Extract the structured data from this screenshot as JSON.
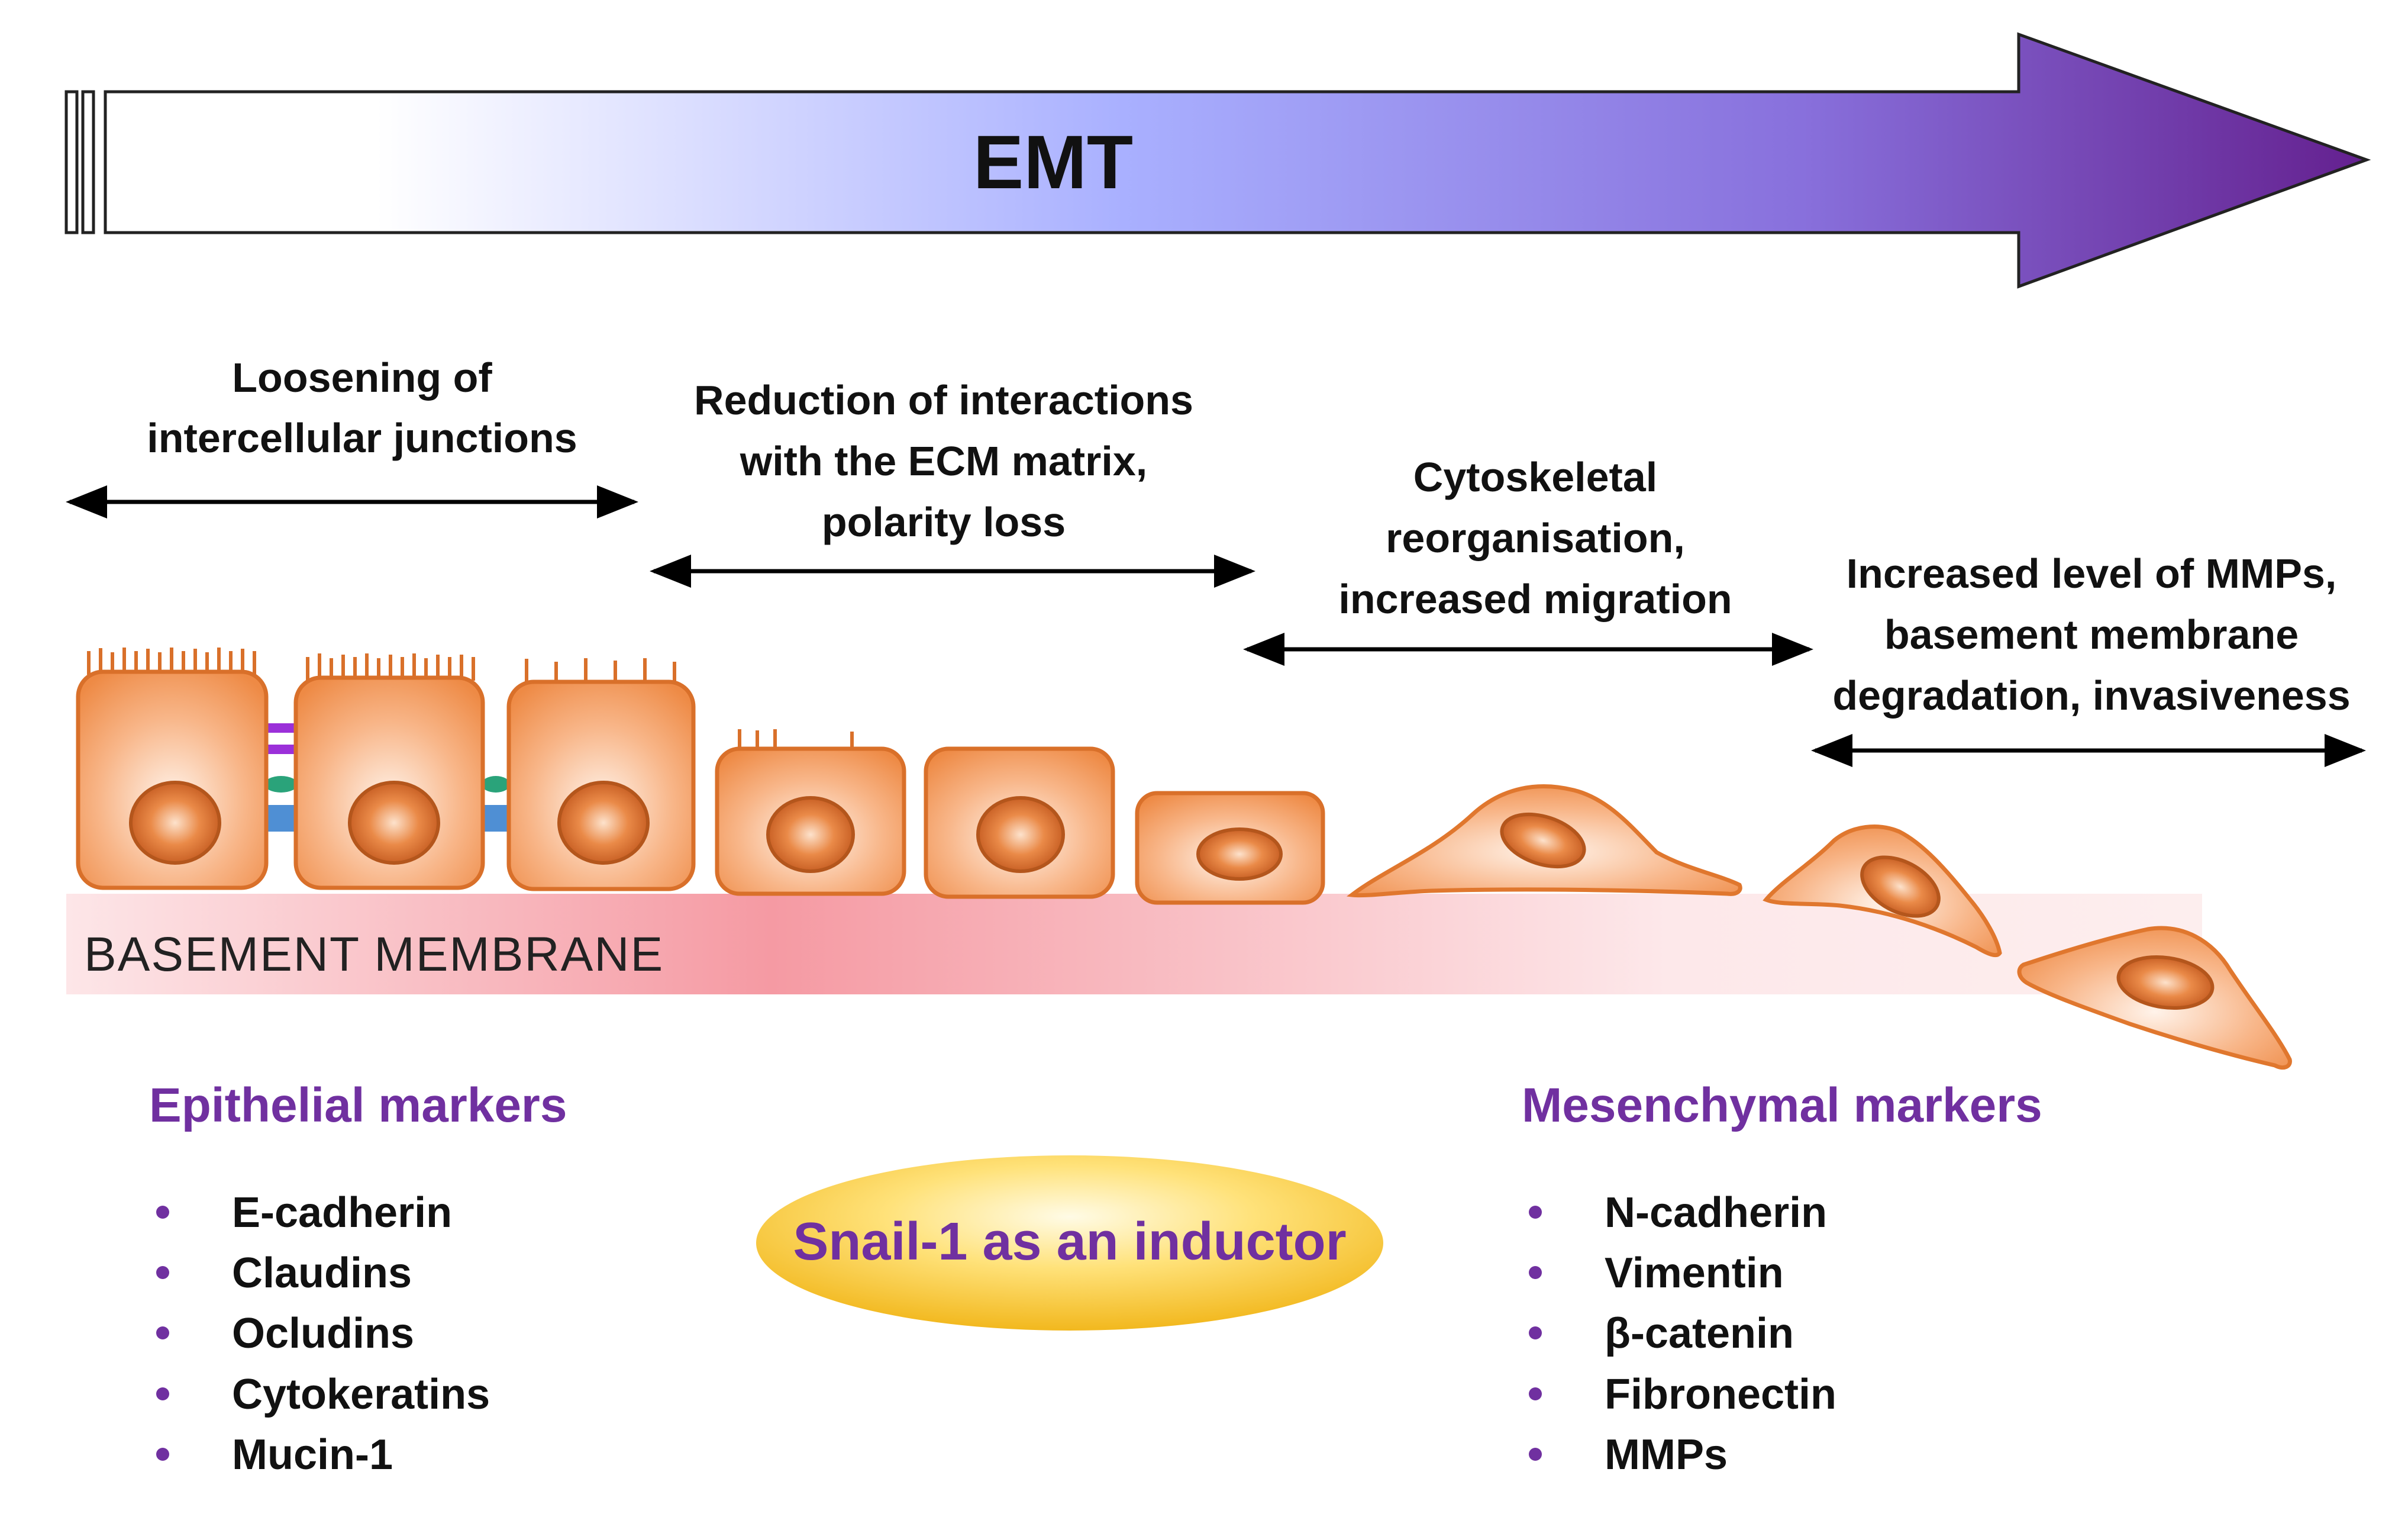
{
  "arrow_title": "EMT",
  "stages": [
    {
      "lines": [
        "Loosening of",
        "intercellular junctions"
      ]
    },
    {
      "lines": [
        "Reduction of interactions",
        "with the ECM matrix,",
        "polarity loss"
      ]
    },
    {
      "lines": [
        "Cytoskeletal",
        "reorganisation,",
        "increased migration"
      ]
    },
    {
      "lines": [
        "Increased level of MMPs,",
        "basement membrane",
        "degradation, invasiveness"
      ]
    }
  ],
  "basement_label": "BASEMENT MEMBRANE",
  "epithelial": {
    "title": "Epithelial markers",
    "items": [
      "E-cadherin",
      "Claudins",
      "Ocludins",
      "Cytokeratins",
      "Mucin-1"
    ]
  },
  "mesenchymal": {
    "title": "Mesenchymal markers",
    "items": [
      "N-cadherin",
      "Vimentin",
      "β-catenin",
      "Fibronectin",
      "MMPs"
    ]
  },
  "inductor_label": "Snail-1 as an inductor",
  "colors": {
    "arrow_start": "#ffffff",
    "arrow_mid": "#9aa2ff",
    "arrow_end": "#6a2a96",
    "marker_title": "#7030a0",
    "bullet": "#7030a0",
    "cell_fill": "#f5a56a",
    "cell_stroke": "#d9702a",
    "membrane": "#f7a0a8",
    "ellipse": "#f5c533"
  }
}
